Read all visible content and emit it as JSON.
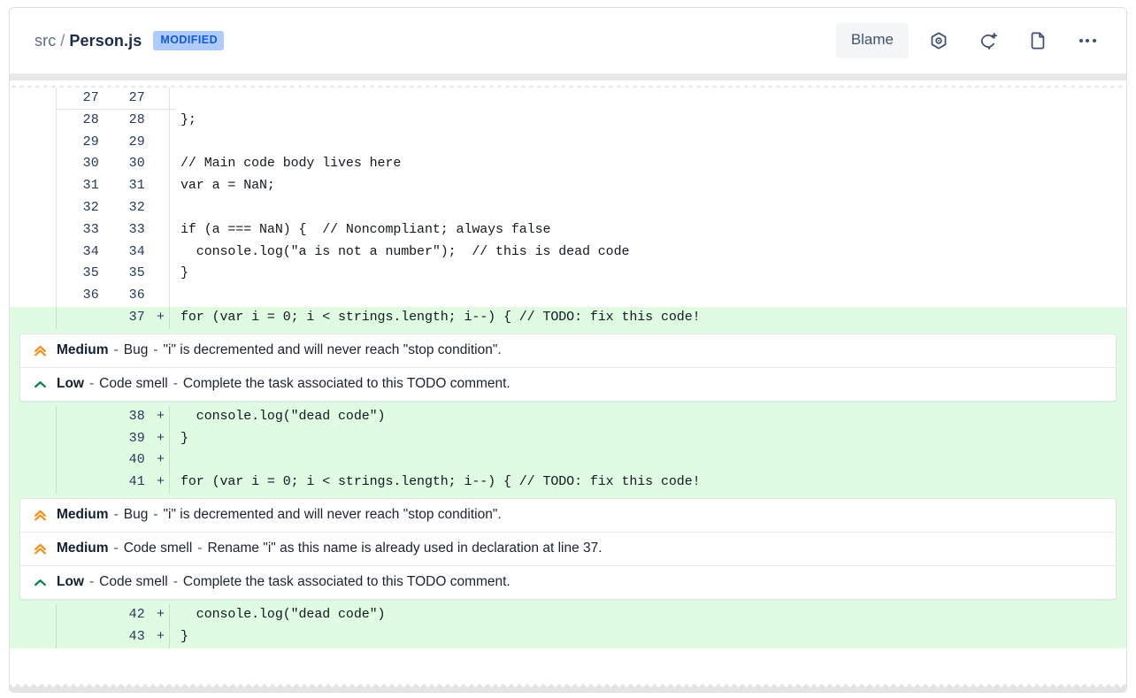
{
  "header": {
    "breadcrumb": {
      "directory": "src",
      "separator": "/",
      "filename": "Person.js"
    },
    "status_badge": "MODIFIED",
    "actions": {
      "blame_label": "Blame",
      "icons": [
        {
          "name": "sonar-hexagon-icon",
          "title": "SonarQube analysis"
        },
        {
          "name": "add-comment-icon",
          "title": "Add comment"
        },
        {
          "name": "file-preview-icon",
          "title": "View file"
        },
        {
          "name": "more-options-icon",
          "title": "More options"
        }
      ]
    }
  },
  "colors": {
    "added_line_bg": "#dffce3",
    "badge_bg": "#aecbfa",
    "badge_text": "#1259d3",
    "severity_medium": "#f5921e",
    "severity_low": "#0b7a4b",
    "line_number": "#22395e",
    "card_border": "#dcdfe4"
  },
  "diff": {
    "blocks": [
      {
        "kind": "code",
        "rows": [
          {
            "old": "27",
            "new": "27",
            "sign": "",
            "type": "context",
            "text": ""
          },
          {
            "old": "28",
            "new": "28",
            "sign": "",
            "type": "context",
            "text": "};"
          },
          {
            "old": "29",
            "new": "29",
            "sign": "",
            "type": "context",
            "text": ""
          },
          {
            "old": "30",
            "new": "30",
            "sign": "",
            "type": "context",
            "text": "// Main code body lives here"
          },
          {
            "old": "31",
            "new": "31",
            "sign": "",
            "type": "context",
            "text": "var a = NaN;"
          },
          {
            "old": "32",
            "new": "32",
            "sign": "",
            "type": "context",
            "text": ""
          },
          {
            "old": "33",
            "new": "33",
            "sign": "",
            "type": "context",
            "text": "if (a === NaN) {  // Noncompliant; always false"
          },
          {
            "old": "34",
            "new": "34",
            "sign": "",
            "type": "context",
            "text": "  console.log(\"a is not a number\");  // this is dead code"
          },
          {
            "old": "35",
            "new": "35",
            "sign": "",
            "type": "context",
            "text": "}"
          },
          {
            "old": "36",
            "new": "36",
            "sign": "",
            "type": "context",
            "text": ""
          },
          {
            "old": "",
            "new": "37",
            "sign": "+",
            "type": "added",
            "text": "for (var i = 0; i < strings.length; i--) { // TODO: fix this code!"
          }
        ]
      },
      {
        "kind": "issues",
        "issues": [
          {
            "severity": "Medium",
            "severity_icon": "chevron-double-up-icon",
            "type": "Bug",
            "message": "\"i\" is decremented and will never reach \"stop condition\"."
          },
          {
            "severity": "Low",
            "severity_icon": "chevron-up-icon",
            "type": "Code smell",
            "message": "Complete the task associated to this TODO comment."
          }
        ]
      },
      {
        "kind": "code",
        "rows": [
          {
            "old": "",
            "new": "38",
            "sign": "+",
            "type": "added",
            "text": "  console.log(\"dead code\")"
          },
          {
            "old": "",
            "new": "39",
            "sign": "+",
            "type": "added",
            "text": "}"
          },
          {
            "old": "",
            "new": "40",
            "sign": "+",
            "type": "added",
            "text": ""
          },
          {
            "old": "",
            "new": "41",
            "sign": "+",
            "type": "added",
            "text": "for (var i = 0; i < strings.length; i--) { // TODO: fix this code!"
          }
        ]
      },
      {
        "kind": "issues",
        "issues": [
          {
            "severity": "Medium",
            "severity_icon": "chevron-double-up-icon",
            "type": "Bug",
            "message": "\"i\" is decremented and will never reach \"stop condition\"."
          },
          {
            "severity": "Medium",
            "severity_icon": "chevron-double-up-icon",
            "type": "Code smell",
            "message": "Rename \"i\" as this name is already used in declaration at line 37."
          },
          {
            "severity": "Low",
            "severity_icon": "chevron-up-icon",
            "type": "Code smell",
            "message": "Complete the task associated to this TODO comment."
          }
        ]
      },
      {
        "kind": "code",
        "rows": [
          {
            "old": "",
            "new": "42",
            "sign": "+",
            "type": "added",
            "text": "  console.log(\"dead code\")"
          },
          {
            "old": "",
            "new": "43",
            "sign": "+",
            "type": "added",
            "text": "}"
          }
        ]
      }
    ],
    "separators": {
      "dash": "-"
    }
  }
}
